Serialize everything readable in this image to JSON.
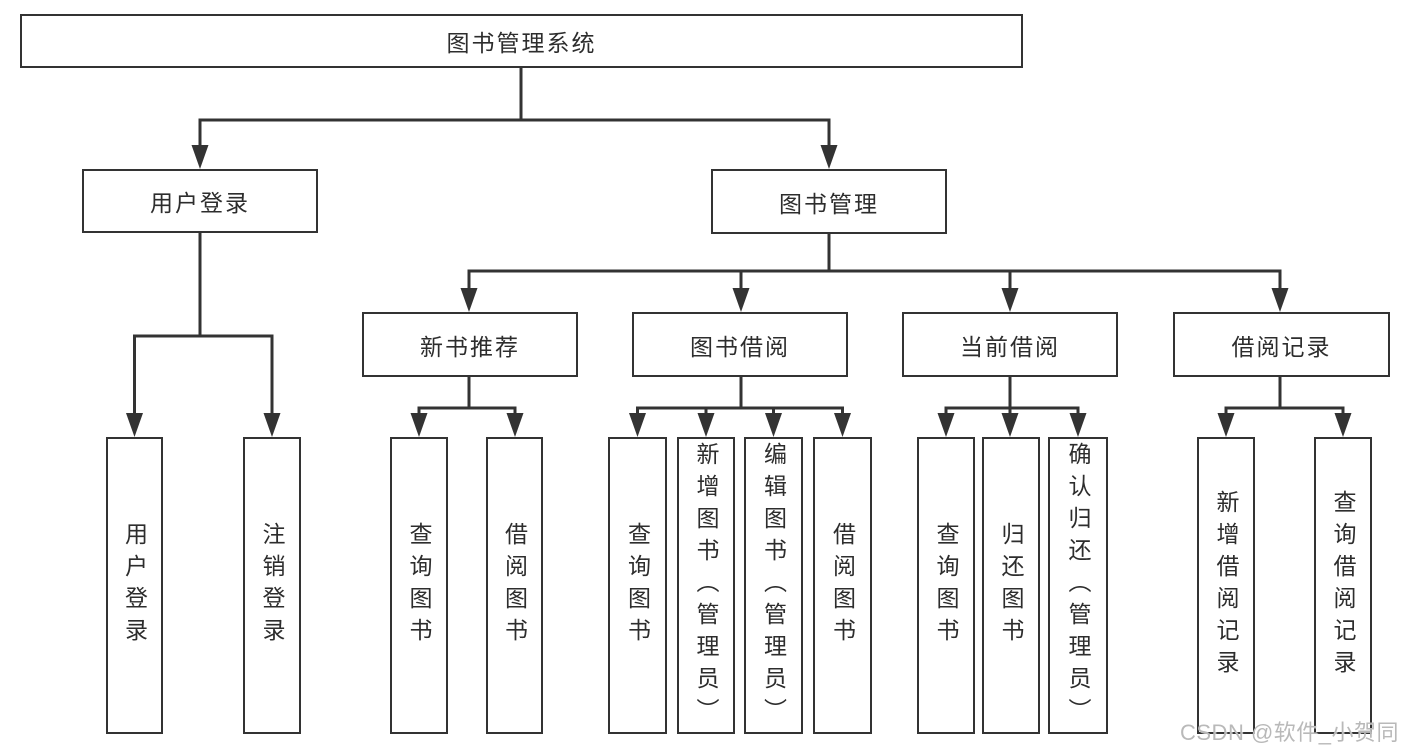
{
  "colors": {
    "stroke": "#333333",
    "node_border": "#333333",
    "node_fill": "#ffffff",
    "text": "#2d2d2d",
    "background": "#ffffff",
    "watermark": "#b9b9b9"
  },
  "watermark": {
    "text": "CSDN @软件_小贺同学"
  },
  "tree": {
    "root": {
      "label": "图书管理系统"
    },
    "login": {
      "label": "用户登录",
      "children": [
        {
          "label": "用户登录"
        },
        {
          "label": "注销登录"
        }
      ]
    },
    "management": {
      "label": "图书管理",
      "sections": [
        {
          "label": "新书推荐",
          "children": [
            {
              "label": "查询图书"
            },
            {
              "label": "借阅图书"
            }
          ]
        },
        {
          "label": "图书借阅",
          "children": [
            {
              "label": "查询图书"
            },
            {
              "label": "新增图书（管理员）"
            },
            {
              "label": "编辑图书（管理员）"
            },
            {
              "label": "借阅图书"
            }
          ]
        },
        {
          "label": "当前借阅",
          "children": [
            {
              "label": "查询图书"
            },
            {
              "label": "归还图书"
            },
            {
              "label": "确认归还（管理员）"
            }
          ]
        },
        {
          "label": "借阅记录",
          "children": [
            {
              "label": "新增借阅记录"
            },
            {
              "label": "查询借阅记录"
            }
          ]
        }
      ]
    }
  }
}
